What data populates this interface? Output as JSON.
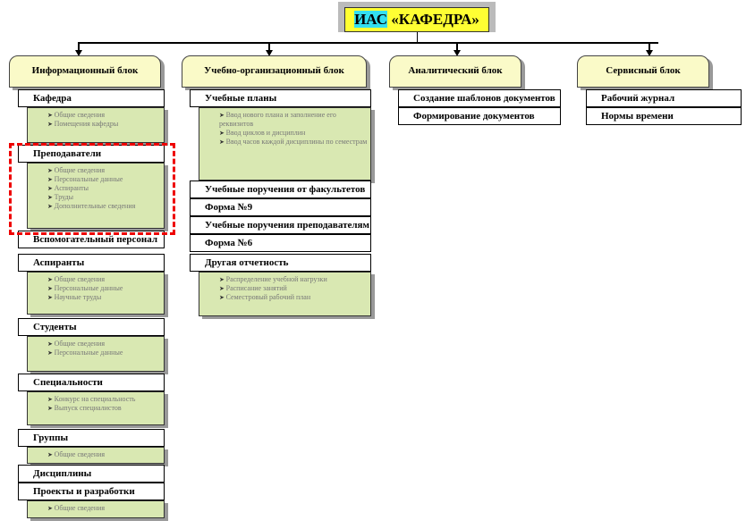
{
  "title": {
    "prefix": "ИАС",
    "rest": " «КАФЕДРА»"
  },
  "blocks": [
    {
      "header": "Информационный блок",
      "items": [
        {
          "label": "Кафедра",
          "notes": [
            "Общие сведения",
            "Помещения кафедры"
          ]
        },
        {
          "label": "Преподаватели",
          "notes": [
            "Общие сведения",
            "Персональные данные",
            "Аспиранты",
            "Труды",
            "Дополнительные сведения"
          ]
        },
        {
          "label": "Вспомогательный персонал",
          "notes": []
        },
        {
          "label": "Аспиранты",
          "notes": [
            "Общие сведения",
            "Персональные данные",
            "Научные труды"
          ]
        },
        {
          "label": "Студенты",
          "notes": [
            "Общие сведения",
            "Персональные данные"
          ]
        },
        {
          "label": "Специальности",
          "notes": [
            "Конкурс на специальность",
            "Выпуск специалистов"
          ]
        },
        {
          "label": "Группы",
          "notes": [
            "Общие сведения"
          ]
        },
        {
          "label": "Дисциплины",
          "notes": []
        },
        {
          "label": "Проекты и разработки",
          "notes": [
            "Общие сведения"
          ]
        }
      ]
    },
    {
      "header": "Учебно-организационный блок",
      "items": [
        {
          "label": "Учебные планы",
          "notes": [
            "Ввод нового плана и заполнение его реквизитов",
            "Ввод циклов и дисциплин",
            "Ввод часов каждой дисциплины по семестрам"
          ]
        },
        {
          "label": "Учебные поручения от факультетов",
          "notes": []
        },
        {
          "label": "Форма №9",
          "notes": []
        },
        {
          "label": "Учебные поручения преподавателям",
          "notes": []
        },
        {
          "label": "Форма №6",
          "notes": []
        },
        {
          "label": "Другая отчетность",
          "notes": [
            "Распределение учебной нагрузки",
            "Расписание занятий",
            "Семестровый рабочий план"
          ]
        }
      ]
    },
    {
      "header": "Аналитический блок",
      "items": [
        {
          "label": "Создание шаблонов документов",
          "notes": []
        },
        {
          "label": "Формирование документов",
          "notes": []
        }
      ]
    },
    {
      "header": "Сервисный блок",
      "items": [
        {
          "label": "Рабочий журнал",
          "notes": []
        },
        {
          "label": "Нормы времени",
          "notes": []
        }
      ]
    }
  ]
}
